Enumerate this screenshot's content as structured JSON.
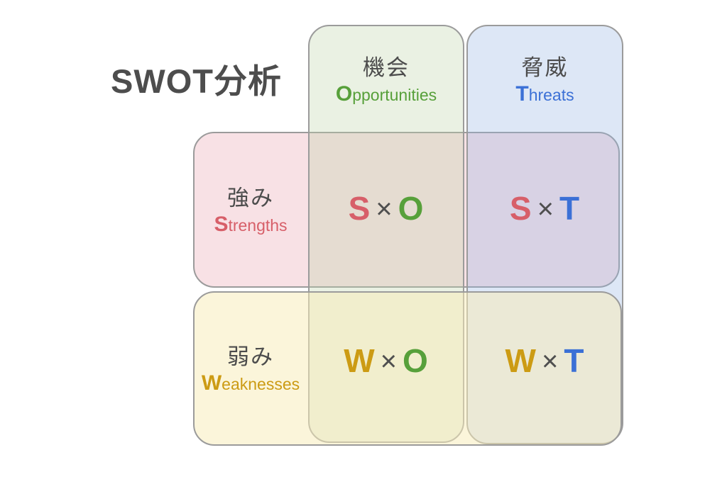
{
  "title": "SWOT分析",
  "columns": [
    {
      "jp": "機会",
      "en_initial": "O",
      "en_rest": "pportunities"
    },
    {
      "jp": "脅威",
      "en_initial": "T",
      "en_rest": "hreats"
    }
  ],
  "rows": [
    {
      "jp": "強み",
      "en_initial": "S",
      "en_rest": "trengths"
    },
    {
      "jp": "弱み",
      "en_initial": "W",
      "en_rest": "eaknesses"
    }
  ],
  "cells": [
    {
      "row_letter": "S",
      "operator": "×",
      "col_letter": "O"
    },
    {
      "row_letter": "S",
      "operator": "×",
      "col_letter": "T"
    },
    {
      "row_letter": "W",
      "operator": "×",
      "col_letter": "O"
    },
    {
      "row_letter": "W",
      "operator": "×",
      "col_letter": "T"
    }
  ],
  "colors": {
    "title": "#4d4d4d",
    "jp_text": "#4c4c4c",
    "cross": "#4f4f4f",
    "border": "#9b9b9b",
    "strengths": "#d75f69",
    "weaknesses": "#cc9b14",
    "opportunities": "#57a03a",
    "threats": "#3b70d6",
    "fill_strengths": "#f8e1e5",
    "fill_weaknesses": "#fbf5da",
    "fill_opportunities": "#eaf1e3",
    "fill_threats": "#dde7f6"
  }
}
